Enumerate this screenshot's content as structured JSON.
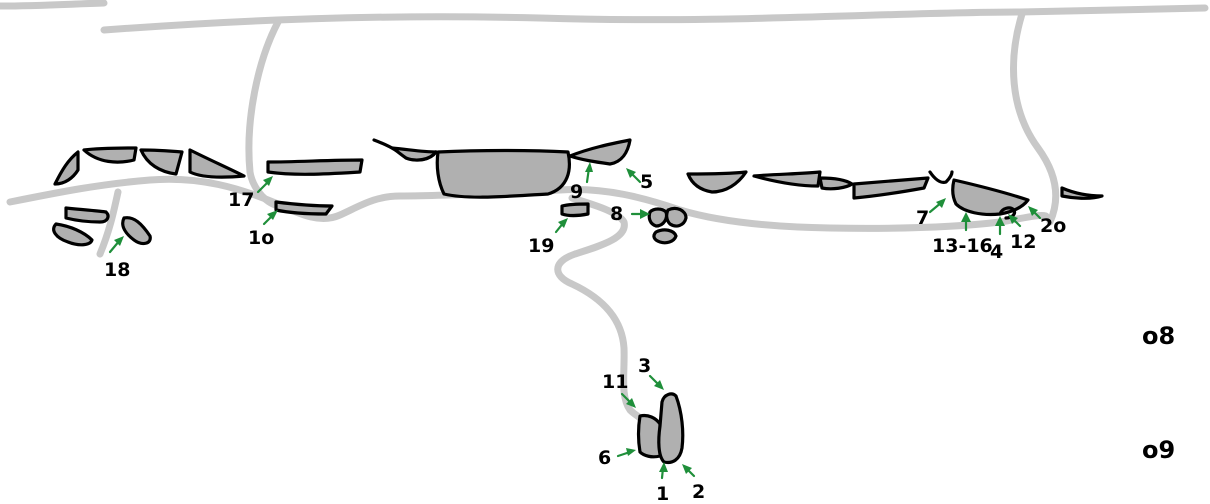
{
  "colors": {
    "trail": "#c8c8c8",
    "boulder_fill": "#b0b0b0",
    "outline": "#000000",
    "arrow": "#1f8f3a"
  },
  "sector_labels": [
    "o8",
    "o9"
  ],
  "problem_labels": [
    "1",
    "2",
    "3",
    "4",
    "5",
    "6",
    "7",
    "8",
    "9",
    "1o",
    "11",
    "12",
    "13-16",
    "17",
    "18",
    "19",
    "2o"
  ]
}
